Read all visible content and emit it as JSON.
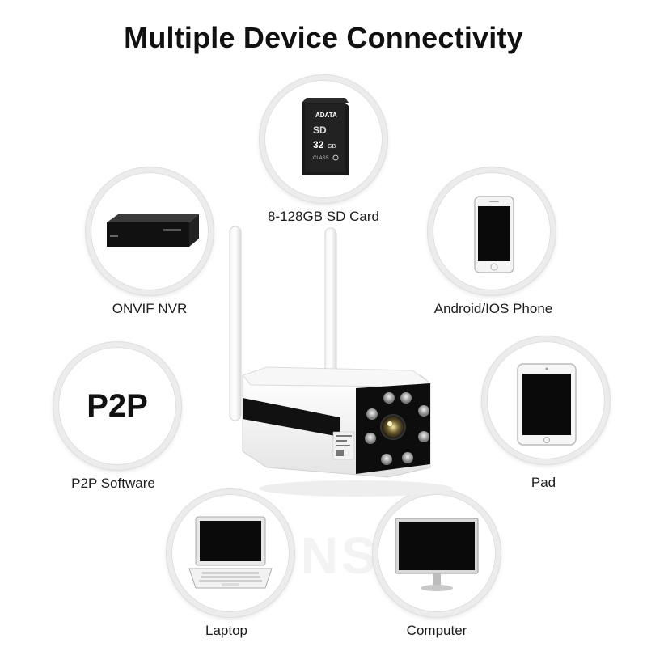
{
  "title": "Multiple Device Connectivity",
  "devices": {
    "sd_card": {
      "label": "8-128GB SD Card",
      "icon": "sd-card-icon",
      "card_brand": "ADATA",
      "card_capacity": "32",
      "card_unit": "GB",
      "card_class": "CLASS"
    },
    "nvr": {
      "label": "ONVIF NVR",
      "icon": "nvr-icon"
    },
    "phone": {
      "label": "Android/IOS Phone",
      "icon": "phone-icon"
    },
    "p2p": {
      "label": "P2P Software",
      "badge": "P2P"
    },
    "pad": {
      "label": "Pad",
      "icon": "tablet-icon"
    },
    "laptop": {
      "label": "Laptop",
      "icon": "laptop-icon"
    },
    "computer": {
      "label": "Computer",
      "icon": "monitor-icon"
    }
  },
  "watermark": "ONSD",
  "colors": {
    "ring": "#ececec",
    "text": "#111111",
    "screen": "#0a0a0a"
  }
}
